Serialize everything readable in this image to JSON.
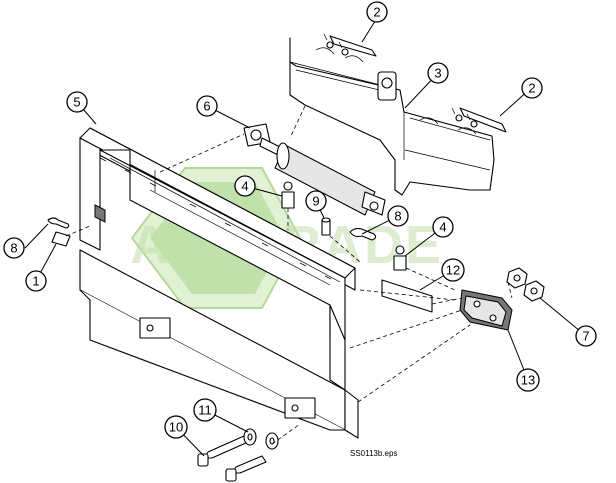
{
  "diagram": {
    "callouts": [
      {
        "id": "c1",
        "label": "1"
      },
      {
        "id": "c2a",
        "label": "2"
      },
      {
        "id": "c2b",
        "label": "2"
      },
      {
        "id": "c3",
        "label": "3"
      },
      {
        "id": "c4a",
        "label": "4"
      },
      {
        "id": "c4b",
        "label": "4"
      },
      {
        "id": "c5",
        "label": "5"
      },
      {
        "id": "c6",
        "label": "6"
      },
      {
        "id": "c7",
        "label": "7"
      },
      {
        "id": "c8a",
        "label": "8"
      },
      {
        "id": "c8b",
        "label": "8"
      },
      {
        "id": "c9",
        "label": "9"
      },
      {
        "id": "c10",
        "label": "10"
      },
      {
        "id": "c11",
        "label": "11"
      },
      {
        "id": "c12",
        "label": "12"
      },
      {
        "id": "c13",
        "label": "13"
      }
    ],
    "filename": "SS0113b.eps",
    "watermark": "ARTTRADE"
  }
}
